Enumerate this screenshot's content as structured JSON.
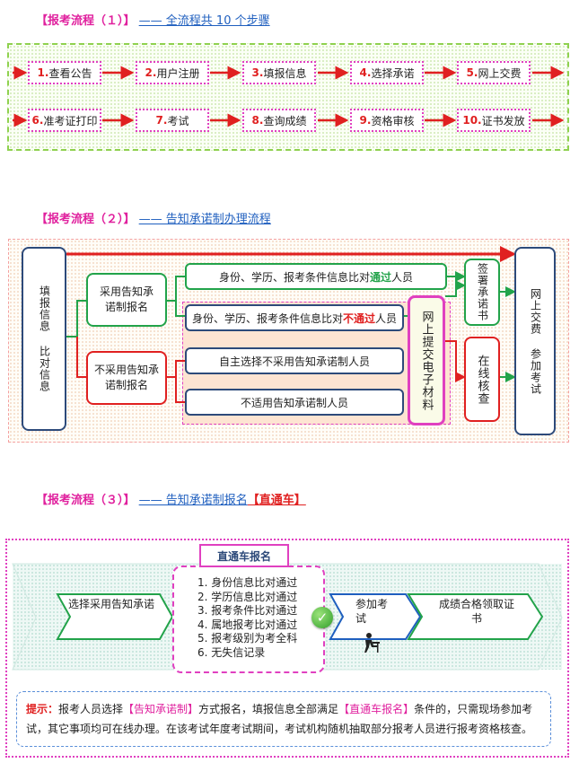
{
  "section1": {
    "tag": "【报考流程（１）】",
    "title": "—— 全流程共 10 个步骤",
    "steps": [
      {
        "num": "1.",
        "label": "查看公告"
      },
      {
        "num": "2.",
        "label": "用户注册"
      },
      {
        "num": "3.",
        "label": "填报信息"
      },
      {
        "num": "4.",
        "label": "选择承诺"
      },
      {
        "num": "5.",
        "label": "网上交费"
      },
      {
        "num": "6.",
        "label": "准考证打印"
      },
      {
        "num": "7.",
        "label": "考试"
      },
      {
        "num": "8.",
        "label": "查询成绩"
      },
      {
        "num": "9.",
        "label": "资格审核"
      },
      {
        "num": "10.",
        "label": "证书发放"
      }
    ]
  },
  "section2": {
    "tag": "【报考流程（２）】",
    "title": "—— 告知承诺制办理流程",
    "start": "填报信息 比对信息",
    "adopt": "采用告知承诺制报名",
    "not_adopt": "不采用告知承诺制报名",
    "row1_pre": "身份、学历、报考条件信息比对",
    "row1_hl": "通过",
    "row1_post": "人员",
    "row2_pre": "身份、学历、报考条件信息比对",
    "row2_hl": "不通过",
    "row2_post": "人员",
    "row3": "自主选择不采用告知承诺制人员",
    "row4": "不适用告知承诺制人员",
    "upload": "网上提交电子材料",
    "sign": "签署承诺书",
    "check": "在线核查",
    "end": "网上交费 参加考试",
    "colors": {
      "green": "#22a34a",
      "red": "#e02020",
      "navy": "#2d4a7a",
      "magenta": "#e040c0"
    }
  },
  "section3": {
    "tag": "【报考流程（３）】",
    "title": "—— 告知承诺制报名",
    "highlight": "【直通车】",
    "left_chevron": "选择采用告知承诺",
    "badge": "直通车报名",
    "conditions": [
      "1. 身份信息比对通过",
      "2. 学历信息比对通过",
      "3. 报考条件比对通过",
      "4. 属地报考比对通过",
      "5. 报考级别为考全科",
      "6. 无失信记录"
    ],
    "exam_chevron": "参加考试",
    "result_chevron": "成绩合格领取证书",
    "tip_label": "提示：",
    "tip_1": "报考人员选择",
    "tip_q1": "【告知承诺制】",
    "tip_2": "方式报名，填报信息全部满足",
    "tip_q2": "【直通车报名】",
    "tip_3": "条件的，只需现场参加考试，其它事项均可在线办理。在该考试年度考试期间，考试机构随机抽取部分报考人员进行报考资格核查。",
    "icons": [
      "check-icon",
      "person-at-desk-icon"
    ]
  }
}
